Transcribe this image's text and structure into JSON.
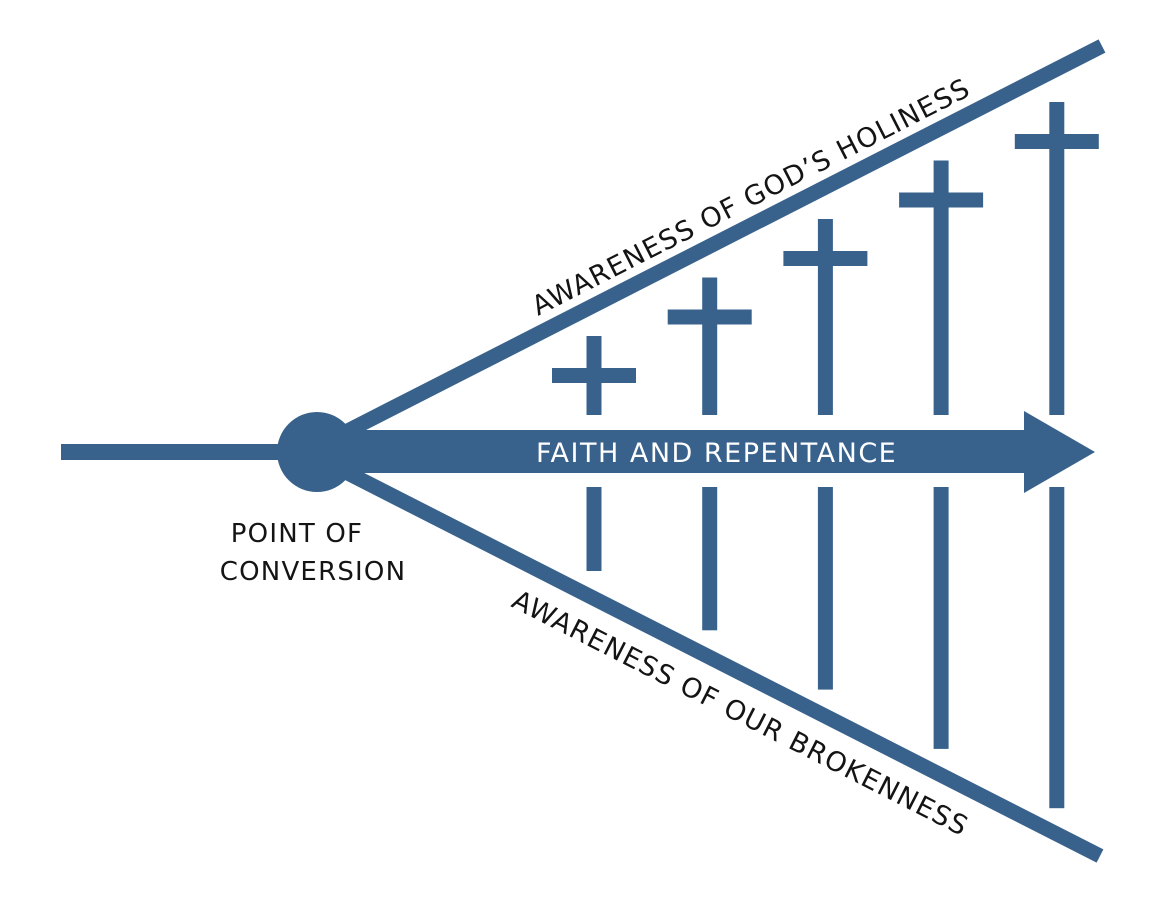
{
  "diagram": {
    "title": "Faith and Repentance Growth Diagram",
    "colors": {
      "primary": "#38628C",
      "text": "#141414",
      "arrow_text": "#ffffff",
      "background": "#ffffff"
    },
    "labels": {
      "upper_line": "AWARENESS OF GOD’S HOLINESS",
      "lower_line": "AWARENESS OF OUR BROKENNESS",
      "arrow": "FAITH AND REPENTANCE",
      "point_line1": "POINT OF",
      "point_line2": "CONVERSION"
    },
    "crosses": [
      {
        "index": 1,
        "relative_size": 1
      },
      {
        "index": 2,
        "relative_size": 2
      },
      {
        "index": 3,
        "relative_size": 3
      },
      {
        "index": 4,
        "relative_size": 4
      },
      {
        "index": 5,
        "relative_size": 5
      }
    ]
  }
}
